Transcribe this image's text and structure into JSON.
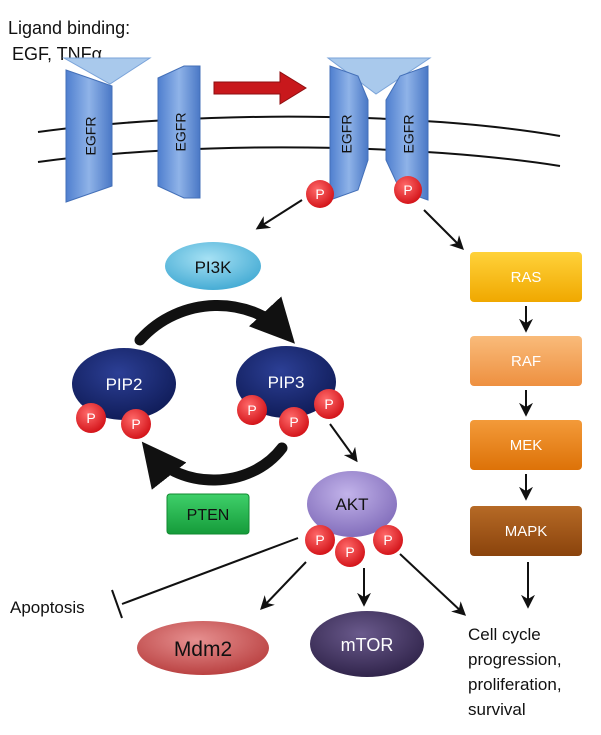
{
  "ligand_heading": "Ligand binding:",
  "ligands": "EGF, TNFα",
  "receptor_label": "EGFR",
  "phospho": "P",
  "pathway_left": {
    "pi3k": "PI3K",
    "pip2": "PIP2",
    "pip3": "PIP3",
    "pten": "PTEN",
    "akt": "AKT",
    "apoptosis": "Apoptosis",
    "mdm2": "Mdm2",
    "mtor": "mTOR"
  },
  "pathway_right": {
    "ras": "RAS",
    "raf": "RAF",
    "mek": "MEK",
    "mapk": "MAPK"
  },
  "outcome": {
    "line1": "Cell cycle",
    "line2": "progression,",
    "line3": "proliferation,",
    "line4": "survival"
  },
  "colors": {
    "egfr": "#6a93d6",
    "egfr_top": "#a9c9ec",
    "phospho": "#e3141b",
    "pi3k": "#5bb8dc",
    "pip": "#14246a",
    "pten": "#22b14c",
    "akt": "#8e7cc3",
    "mdm2": "#c94e4e",
    "mtor": "#3b2c58",
    "ras": "#f6b800",
    "raf": "#f5a055",
    "mek": "#e87e10",
    "mapk": "#9a4f12",
    "arrow_red": "#c8181c"
  }
}
